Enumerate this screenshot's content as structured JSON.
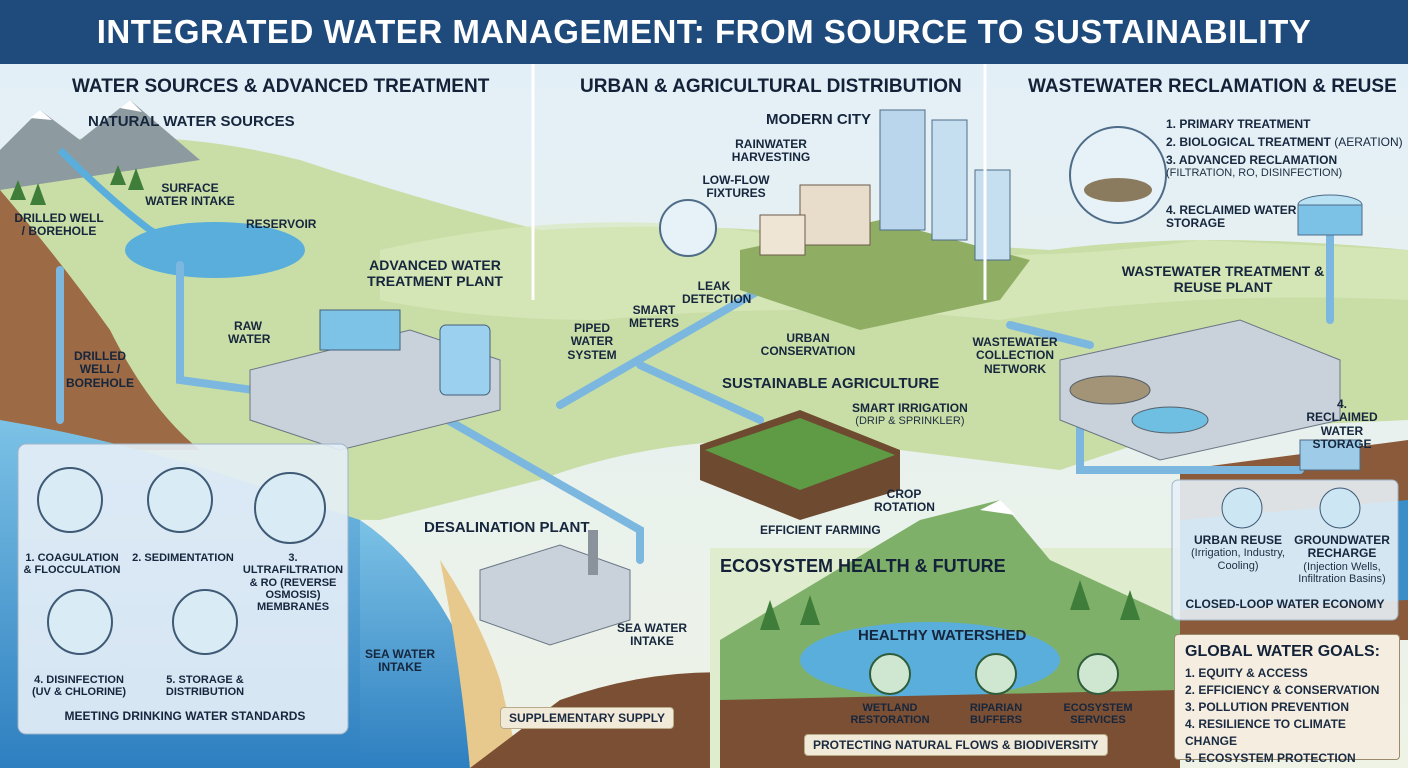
{
  "title": "INTEGRATED WATER MANAGEMENT: FROM SOURCE TO SUSTAINABILITY",
  "sections": {
    "sources": "WATER SOURCES & ADVANCED TREATMENT",
    "distribution": "URBAN & AGRICULTURAL DISTRIBUTION",
    "reclamation": "WASTEWATER RECLAMATION & REUSE",
    "ecosystem": "ECOSYSTEM HEALTH & FUTURE"
  },
  "sources": {
    "natural": "NATURAL WATER SOURCES",
    "surface_intake": "SURFACE WATER INTAKE",
    "reservoir": "RESERVOIR",
    "well_top": "DRILLED WELL / BOREHOLE",
    "well_mid": "DRILLED WELL / BOREHOLE",
    "raw_water": "RAW WATER",
    "plant": "ADVANCED WATER TREATMENT PLANT"
  },
  "treatment_steps": [
    {
      "label": "1. COAGULATION & FLOCCULATION"
    },
    {
      "label": "2. SEDIMENTATION"
    },
    {
      "label": "3. ULTRAFILTRATION & RO (REVERSE OSMOSIS) MEMBRANES"
    },
    {
      "label": "4. DISINFECTION (UV & CHLORINE)"
    },
    {
      "label": "5. STORAGE & DISTRIBUTION"
    }
  ],
  "treatment_footer": "MEETING DRINKING WATER STANDARDS",
  "desal": {
    "plant": "DESALINATION PLANT",
    "intake_left": "SEA WATER INTAKE",
    "intake_right": "SEA WATER INTAKE",
    "supply": "SUPPLEMENTARY SUPPLY"
  },
  "city": {
    "name": "MODERN CITY",
    "rainwater": "RAINWATER HARVESTING",
    "fixtures": "LOW-FLOW FIXTURES",
    "leak": "LEAK DETECTION",
    "meters": "SMART METERS",
    "piped": "PIPED WATER SYSTEM",
    "conservation": "URBAN CONSERVATION"
  },
  "agriculture": {
    "title": "SUSTAINABLE AGRICULTURE",
    "irrigation": "SMART IRRIGATION",
    "irrigation_sub": "(DRIP & SPRINKLER)",
    "rotation": "CROP ROTATION",
    "efficient": "EFFICIENT FARMING"
  },
  "reclamation": {
    "steps": [
      {
        "label": "1. PRIMARY TREATMENT",
        "sub": ""
      },
      {
        "label": "2. BIOLOGICAL TREATMENT",
        "sub": "(AERATION)"
      },
      {
        "label": "3. ADVANCED RECLAMATION",
        "sub": "(FILTRATION, RO, DISINFECTION)"
      },
      {
        "label": "4. RECLAIMED WATER STORAGE",
        "sub": ""
      }
    ],
    "plant": "WASTEWATER TREATMENT & REUSE PLANT",
    "collection": "WASTEWATER COLLECTION NETWORK",
    "storage": "4. RECLAIMED WATER STORAGE",
    "urban_reuse": "URBAN REUSE",
    "urban_reuse_sub": "(Irrigation, Industry, Cooling)",
    "recharge": "GROUNDWATER RECHARGE",
    "recharge_sub": "(Injection Wells, Infiltration Basins)",
    "closed_loop": "CLOSED-LOOP WATER ECONOMY"
  },
  "ecosystem": {
    "watershed": "HEALTHY WATERSHED",
    "wetland": "WETLAND RESTORATION",
    "riparian": "RIPARIAN BUFFERS",
    "services": "ECOSYSTEM SERVICES",
    "protect": "PROTECTING NATURAL FLOWS & BIODIVERSITY"
  },
  "goals": {
    "title": "GLOBAL WATER GOALS:",
    "items": [
      "1. EQUITY & ACCESS",
      "2. EFFICIENCY & CONSERVATION",
      "3. POLLUTION PREVENTION",
      "4. RESILIENCE TO CLIMATE CHANGE",
      "5. ECOSYSTEM PROTECTION"
    ]
  },
  "colors": {
    "title_bar": "#1f4a7c",
    "water": "#5aaedc",
    "pipe": "#7cb7df",
    "land": "#c8dca4",
    "soil": "#8a5a3a"
  }
}
